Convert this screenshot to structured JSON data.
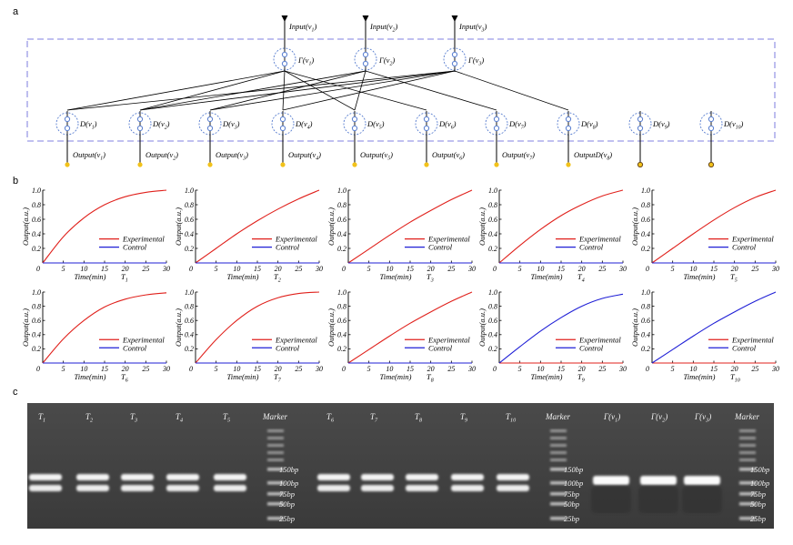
{
  "panels": {
    "a": "a",
    "b": "b",
    "c": "c"
  },
  "colors": {
    "experimental": "#e0201b",
    "control": "#1f1fd6",
    "dashed_box": "#9a9ae6",
    "node_circle": "#5a7fd0",
    "output_dot": "#f2c21a"
  },
  "diagram": {
    "inputs": [
      {
        "prefix": "Input(v",
        "sub": "1",
        "suffix": ")"
      },
      {
        "prefix": "Input(v",
        "sub": "2",
        "suffix": ")"
      },
      {
        "prefix": "Input(v",
        "sub": "3",
        "suffix": ")"
      }
    ],
    "gammas": [
      {
        "prefix": "Γ(v",
        "sub": "1",
        "suffix": ")"
      },
      {
        "prefix": "Γ(v",
        "sub": "2",
        "suffix": ")"
      },
      {
        "prefix": "Γ(v",
        "sub": "3",
        "suffix": ")"
      }
    ],
    "dnodes": [
      {
        "prefix": "D(v",
        "sub": "1",
        "suffix": ")"
      },
      {
        "prefix": "D(v",
        "sub": "2",
        "suffix": ")"
      },
      {
        "prefix": "D(v",
        "sub": "3",
        "suffix": ")"
      },
      {
        "prefix": "D(v",
        "sub": "4",
        "suffix": ")"
      },
      {
        "prefix": "D(v",
        "sub": "5",
        "suffix": ")"
      },
      {
        "prefix": "D(v",
        "sub": "6",
        "suffix": ")"
      },
      {
        "prefix": "D(v",
        "sub": "7",
        "suffix": ")"
      },
      {
        "prefix": "D(v",
        "sub": "8",
        "suffix": ")"
      },
      {
        "prefix": "D(v",
        "sub": "9",
        "suffix": ")"
      },
      {
        "prefix": "D(v",
        "sub": "10",
        "suffix": ")"
      }
    ],
    "outputs": [
      {
        "prefix": "Output(v",
        "sub": "1",
        "suffix": ")"
      },
      {
        "prefix": "Output(v",
        "sub": "2",
        "suffix": ")"
      },
      {
        "prefix": "Output(v",
        "sub": "3",
        "suffix": ")"
      },
      {
        "prefix": "Output(v",
        "sub": "4",
        "suffix": ")"
      },
      {
        "prefix": "Output(v",
        "sub": "5",
        "suffix": ")"
      },
      {
        "prefix": "Output(v",
        "sub": "6",
        "suffix": ")"
      },
      {
        "prefix": "Output(v",
        "sub": "7",
        "suffix": ")"
      },
      {
        "prefix": "OutputD(v",
        "sub": "8",
        "suffix": ")"
      }
    ],
    "edges": [
      [
        0,
        0
      ],
      [
        0,
        1
      ],
      [
        0,
        3
      ],
      [
        0,
        4
      ],
      [
        0,
        5
      ],
      [
        1,
        1
      ],
      [
        1,
        2
      ],
      [
        1,
        4
      ],
      [
        1,
        6
      ],
      [
        2,
        0
      ],
      [
        2,
        1
      ],
      [
        2,
        2
      ],
      [
        2,
        3
      ],
      [
        2,
        7
      ]
    ],
    "inactive_outputs": [
      8,
      9
    ]
  },
  "chart_data": [
    {
      "type": "line",
      "title": "T",
      "title_sub": "1",
      "xlabel": "Time(min)",
      "ylabel": "Output(a.u.)",
      "xlim": [
        0,
        30
      ],
      "ylim": [
        0,
        1.0
      ],
      "xticks": [
        "0",
        "5",
        "10",
        "15",
        "20",
        "25",
        "30"
      ],
      "yticks": [
        "0.2",
        "0.4",
        "0.6",
        "0.8",
        "1.0"
      ],
      "legend": [
        "Experimental",
        "Control"
      ],
      "legend_position": "center-right",
      "series": [
        {
          "name": "Experimental",
          "x": [
            0,
            5,
            10,
            15,
            20,
            25,
            30
          ],
          "y": [
            0,
            0.36,
            0.62,
            0.8,
            0.91,
            0.97,
            1.0
          ]
        },
        {
          "name": "Control",
          "x": [
            0,
            5,
            10,
            15,
            20,
            25,
            30
          ],
          "y": [
            0,
            0,
            0,
            0,
            0,
            0,
            0
          ]
        }
      ]
    },
    {
      "type": "line",
      "title": "T",
      "title_sub": "2",
      "xlabel": "Time(min)",
      "ylabel": "Output(a.u.)",
      "xlim": [
        0,
        30
      ],
      "ylim": [
        0,
        1.0
      ],
      "xticks": [
        "0",
        "5",
        "10",
        "15",
        "20",
        "25",
        "30"
      ],
      "yticks": [
        "0.2",
        "0.4",
        "0.6",
        "0.8",
        "1.0"
      ],
      "legend": [
        "Experimental",
        "Control"
      ],
      "legend_position": "center-right",
      "series": [
        {
          "name": "Experimental",
          "x": [
            0,
            5,
            10,
            15,
            20,
            25,
            30
          ],
          "y": [
            0,
            0.2,
            0.4,
            0.58,
            0.74,
            0.88,
            1.0
          ]
        },
        {
          "name": "Control",
          "x": [
            0,
            5,
            10,
            15,
            20,
            25,
            30
          ],
          "y": [
            0,
            0,
            0,
            0,
            0,
            0,
            0
          ]
        }
      ]
    },
    {
      "type": "line",
      "title": "T",
      "title_sub": "3",
      "xlabel": "Time(min)",
      "ylabel": "Output(a.u.)",
      "xlim": [
        0,
        30
      ],
      "ylim": [
        0,
        1.0
      ],
      "xticks": [
        "0",
        "5",
        "10",
        "15",
        "20",
        "25",
        "30"
      ],
      "yticks": [
        "0.2",
        "0.4",
        "0.6",
        "0.8",
        "1.0"
      ],
      "legend": [
        "Experimental",
        "Control"
      ],
      "legend_position": "center-right",
      "series": [
        {
          "name": "Experimental",
          "x": [
            0,
            5,
            10,
            15,
            20,
            25,
            30
          ],
          "y": [
            0,
            0.19,
            0.38,
            0.56,
            0.72,
            0.87,
            1.0
          ]
        },
        {
          "name": "Control",
          "x": [
            0,
            5,
            10,
            15,
            20,
            25,
            30
          ],
          "y": [
            0,
            0,
            0,
            0,
            0,
            0,
            0
          ]
        }
      ]
    },
    {
      "type": "line",
      "title": "T",
      "title_sub": "4",
      "xlabel": "Time(min)",
      "ylabel": "Output(a.u.)",
      "xlim": [
        0,
        30
      ],
      "ylim": [
        0,
        1.0
      ],
      "xticks": [
        "0",
        "5",
        "10",
        "15",
        "20",
        "25",
        "30"
      ],
      "yticks": [
        "0.2",
        "0.4",
        "0.6",
        "0.8",
        "1.0"
      ],
      "legend": [
        "Experimental",
        "Control"
      ],
      "legend_position": "center-right",
      "series": [
        {
          "name": "Experimental",
          "x": [
            0,
            5,
            10,
            15,
            20,
            25,
            30
          ],
          "y": [
            0,
            0.24,
            0.46,
            0.65,
            0.8,
            0.92,
            1.0
          ]
        },
        {
          "name": "Control",
          "x": [
            0,
            5,
            10,
            15,
            20,
            25,
            30
          ],
          "y": [
            0,
            0,
            0,
            0,
            0,
            0,
            0
          ]
        }
      ]
    },
    {
      "type": "line",
      "title": "T",
      "title_sub": "5",
      "xlabel": "Time(min)",
      "ylabel": "Output(a.u.)",
      "xlim": [
        0,
        30
      ],
      "ylim": [
        0,
        1.0
      ],
      "xticks": [
        "0",
        "5",
        "10",
        "15",
        "20",
        "25",
        "30"
      ],
      "yticks": [
        "0.2",
        "0.4",
        "0.6",
        "0.8",
        "1.0"
      ],
      "legend": [
        "Experimental",
        "Control"
      ],
      "legend_position": "center-right",
      "series": [
        {
          "name": "Experimental",
          "x": [
            0,
            5,
            10,
            15,
            20,
            25,
            30
          ],
          "y": [
            0,
            0.2,
            0.4,
            0.59,
            0.76,
            0.9,
            1.0
          ]
        },
        {
          "name": "Control",
          "x": [
            0,
            5,
            10,
            15,
            20,
            25,
            30
          ],
          "y": [
            0,
            0,
            0,
            0,
            0,
            0,
            0
          ]
        }
      ]
    },
    {
      "type": "line",
      "title": "T",
      "title_sub": "6",
      "xlabel": "Time(min)",
      "ylabel": "Output(a.u.)",
      "xlim": [
        0,
        30
      ],
      "ylim": [
        0,
        1.0
      ],
      "xticks": [
        "0",
        "5",
        "10",
        "15",
        "20",
        "25",
        "30"
      ],
      "yticks": [
        "0.2",
        "0.4",
        "0.6",
        "0.8",
        "1.0"
      ],
      "legend": [
        "Experimental",
        "Control"
      ],
      "legend_position": "center-right",
      "series": [
        {
          "name": "Experimental",
          "x": [
            0,
            5,
            10,
            15,
            20,
            25,
            30
          ],
          "y": [
            0,
            0.34,
            0.6,
            0.79,
            0.9,
            0.96,
            0.99
          ]
        },
        {
          "name": "Control",
          "x": [
            0,
            5,
            10,
            15,
            20,
            25,
            30
          ],
          "y": [
            0,
            0,
            0,
            0,
            0,
            0,
            0
          ]
        }
      ]
    },
    {
      "type": "line",
      "title": "T",
      "title_sub": "7",
      "xlabel": "Time(min)",
      "ylabel": "Output(a.u.)",
      "xlim": [
        0,
        30
      ],
      "ylim": [
        0,
        1.0
      ],
      "xticks": [
        "0",
        "5",
        "10",
        "15",
        "20",
        "25",
        "30"
      ],
      "yticks": [
        "0.2",
        "0.4",
        "0.6",
        "0.8",
        "1.0"
      ],
      "legend": [
        "Experimental",
        "Control"
      ],
      "legend_position": "center-right",
      "series": [
        {
          "name": "Experimental",
          "x": [
            0,
            5,
            10,
            15,
            20,
            25,
            30
          ],
          "y": [
            0,
            0.33,
            0.6,
            0.8,
            0.92,
            0.98,
            1.0
          ]
        },
        {
          "name": "Control",
          "x": [
            0,
            5,
            10,
            15,
            20,
            25,
            30
          ],
          "y": [
            0,
            0,
            0,
            0,
            0,
            0,
            0
          ]
        }
      ]
    },
    {
      "type": "line",
      "title": "T",
      "title_sub": "8",
      "xlabel": "Time(min)",
      "ylabel": "Output(a.u.)",
      "xlim": [
        0,
        30
      ],
      "ylim": [
        0,
        1.0
      ],
      "xticks": [
        "0",
        "5",
        "10",
        "15",
        "20",
        "25",
        "30"
      ],
      "yticks": [
        "0.2",
        "0.4",
        "0.6",
        "0.8",
        "1.0"
      ],
      "legend": [
        "Experimental",
        "Control"
      ],
      "legend_position": "center-right",
      "series": [
        {
          "name": "Experimental",
          "x": [
            0,
            5,
            10,
            15,
            20,
            25,
            30
          ],
          "y": [
            0,
            0.19,
            0.38,
            0.56,
            0.72,
            0.87,
            1.0
          ]
        },
        {
          "name": "Control",
          "x": [
            0,
            5,
            10,
            15,
            20,
            25,
            30
          ],
          "y": [
            0,
            0,
            0,
            0,
            0,
            0,
            0
          ]
        }
      ]
    },
    {
      "type": "line",
      "title": "T",
      "title_sub": "9",
      "xlabel": "Time(min)",
      "ylabel": "Output(a.u.)",
      "xlim": [
        0,
        30
      ],
      "ylim": [
        0,
        1.0
      ],
      "xticks": [
        "0",
        "5",
        "10",
        "15",
        "20",
        "25",
        "30"
      ],
      "yticks": [
        "0.2",
        "0.4",
        "0.6",
        "0.8",
        "1.0"
      ],
      "legend": [
        "Experimental",
        "Control"
      ],
      "legend_position": "center-right",
      "series": [
        {
          "name": "Experimental",
          "x": [
            0,
            5,
            10,
            15,
            20,
            25,
            30
          ],
          "y": [
            0,
            0,
            0,
            0,
            0,
            0,
            0
          ]
        },
        {
          "name": "Control",
          "x": [
            0,
            5,
            10,
            15,
            20,
            25,
            30
          ],
          "y": [
            0,
            0.23,
            0.45,
            0.64,
            0.8,
            0.91,
            0.97
          ]
        }
      ]
    },
    {
      "type": "line",
      "title": "T",
      "title_sub": "10",
      "xlabel": "Time(min)",
      "ylabel": "Output(a.u.)",
      "xlim": [
        0,
        30
      ],
      "ylim": [
        0,
        1.0
      ],
      "xticks": [
        "0",
        "5",
        "10",
        "15",
        "20",
        "25",
        "30"
      ],
      "yticks": [
        "0.2",
        "0.4",
        "0.6",
        "0.8",
        "1.0"
      ],
      "legend": [
        "Experimental",
        "Control"
      ],
      "legend_position": "center-right",
      "series": [
        {
          "name": "Experimental",
          "x": [
            0,
            5,
            10,
            15,
            20,
            25,
            30
          ],
          "y": [
            0,
            0,
            0,
            0,
            0,
            0,
            0
          ]
        },
        {
          "name": "Control",
          "x": [
            0,
            5,
            10,
            15,
            20,
            25,
            30
          ],
          "y": [
            0,
            0.19,
            0.38,
            0.56,
            0.72,
            0.87,
            1.0
          ]
        }
      ]
    }
  ],
  "gel": {
    "gel1": {
      "lanes": [
        {
          "main": "T",
          "sub": "1"
        },
        {
          "main": "T",
          "sub": "2"
        },
        {
          "main": "T",
          "sub": "3"
        },
        {
          "main": "T",
          "sub": "4"
        },
        {
          "main": "T",
          "sub": "5"
        }
      ],
      "marker": "Marker",
      "ladder": [
        "150bp",
        "100bp",
        "75bp",
        "50bp",
        "25bp"
      ]
    },
    "gel2": {
      "lanes": [
        {
          "main": "T",
          "sub": "6"
        },
        {
          "main": "T",
          "sub": "7"
        },
        {
          "main": "T",
          "sub": "8"
        },
        {
          "main": "T",
          "sub": "9"
        },
        {
          "main": "T",
          "sub": "10"
        }
      ],
      "marker": "Marker",
      "ladder": [
        "150bp",
        "100bp",
        "75bp",
        "50bp",
        "25bp"
      ]
    },
    "gel3": {
      "lanes": [
        {
          "main": "Γ(v",
          "sub": "1",
          "suffix": ")"
        },
        {
          "main": "Γ(v",
          "sub": "2",
          "suffix": ")"
        },
        {
          "main": "Γ(v",
          "sub": "3",
          "suffix": ")"
        }
      ],
      "marker": "Marker",
      "ladder": [
        "150bp",
        "100bp",
        "75bp",
        "50bp",
        "25bp"
      ]
    }
  }
}
